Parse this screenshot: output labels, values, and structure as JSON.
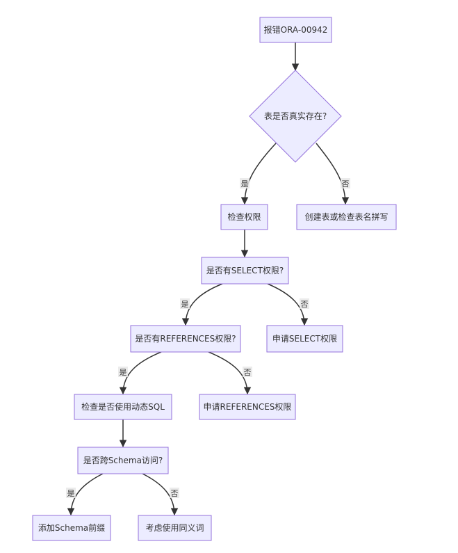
{
  "nodes": {
    "n1": "报错ORA-00942",
    "n2": "表是否真实存在?",
    "n3": "检查权限",
    "n4": "创建表或检查表名拼写",
    "n5": "是否有SELECT权限?",
    "n6": "是否有REFERENCES权限?",
    "n7": "申请SELECT权限",
    "n8": "检查是否使用动态SQL",
    "n9": "申请REFERENCES权限",
    "n10": "是否跨Schema访问?",
    "n11": "添加Schema前缀",
    "n12": "考虑使用同义词"
  },
  "edge_labels": {
    "e2_3": "是",
    "e2_4": "否",
    "e5_6": "是",
    "e5_7": "否",
    "e6_8": "是",
    "e6_9": "否",
    "e10_11": "是",
    "e10_12": "否"
  },
  "colors": {
    "node_fill": "#ECECFF",
    "node_stroke": "#9370DB",
    "edge": "#333333",
    "label_bg": "#E8E8E8"
  }
}
